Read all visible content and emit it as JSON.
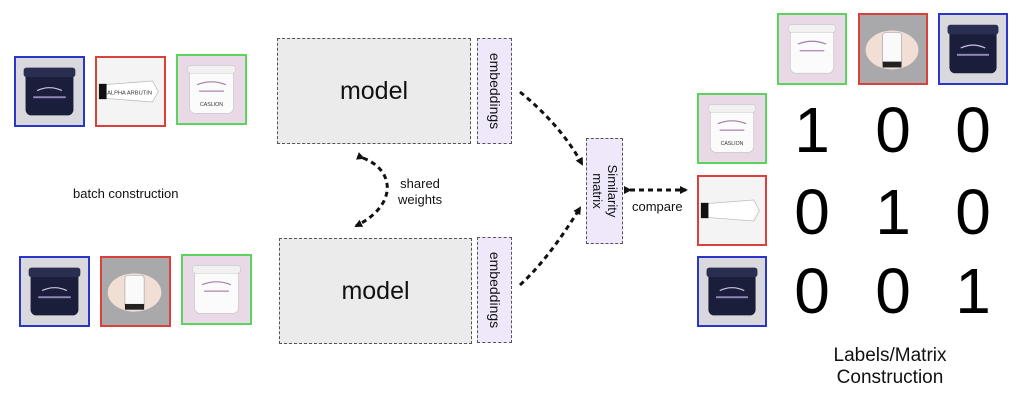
{
  "colors": {
    "blue": "#2a36c8",
    "red": "#d9413a",
    "green": "#5cd35c",
    "model_fill": "#ebebeb",
    "embedding_fill": "#efe8fb"
  },
  "top_branch": {
    "thumbnails": [
      {
        "border": "blue",
        "product": "dark-jar-icon"
      },
      {
        "border": "red",
        "product": "tube-icon",
        "text": "ALPHA ARBUTIN"
      },
      {
        "border": "green",
        "product": "white-jar-icon",
        "text": "CASLION"
      }
    ],
    "model_label": "model",
    "embeddings_label": "embeddings"
  },
  "bottom_branch": {
    "thumbnails": [
      {
        "border": "blue",
        "product": "dark-jar-icon"
      },
      {
        "border": "red",
        "product": "hand-tube-icon"
      },
      {
        "border": "green",
        "product": "white-jar-icon"
      }
    ],
    "model_label": "model",
    "embeddings_label": "embeddings"
  },
  "batch_label": "batch construction",
  "shared_weights_label": "shared\nweights",
  "similarity_matrix_label": "Similarity\nmatrix",
  "compare_label": "compare",
  "matrix": {
    "column_thumbnails": [
      {
        "border": "green",
        "product": "white-jar-icon"
      },
      {
        "border": "red",
        "product": "hand-tube-icon"
      },
      {
        "border": "blue",
        "product": "dark-jar-icon"
      }
    ],
    "row_thumbnails": [
      {
        "border": "green",
        "product": "white-jar-icon",
        "text": "CASLION"
      },
      {
        "border": "red",
        "product": "tube-icon"
      },
      {
        "border": "blue",
        "product": "dark-jar-icon"
      }
    ],
    "values": [
      [
        1,
        0,
        0
      ],
      [
        0,
        1,
        0
      ],
      [
        0,
        0,
        1
      ]
    ]
  },
  "footer_label": "Labels/Matrix\nConstruction"
}
